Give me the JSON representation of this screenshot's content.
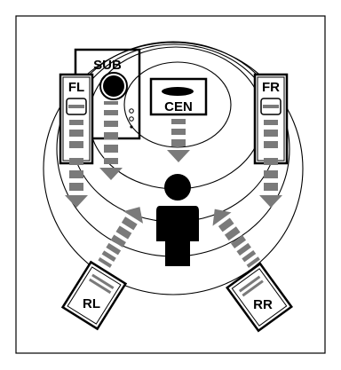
{
  "diagram": {
    "speakers": {
      "sub": "SUB",
      "fl": "FL",
      "fr": "FR",
      "cen": "CEN",
      "rl": "RL",
      "rr": "RR"
    }
  },
  "colors": {
    "line": "#000000",
    "arrow": "#7a7a7a",
    "listener": "#000000",
    "background": "#ffffff"
  }
}
